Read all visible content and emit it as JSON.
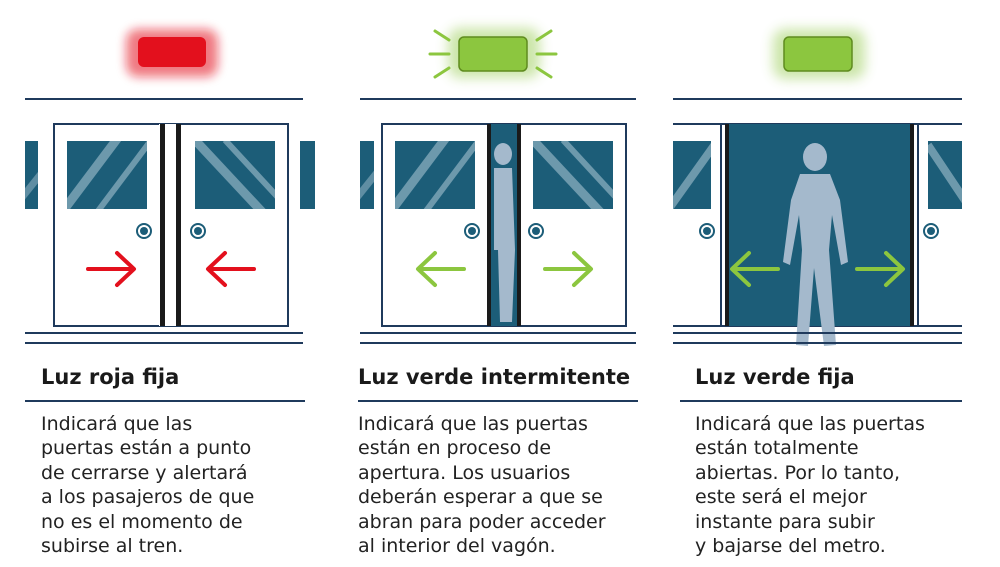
{
  "colors": {
    "red_light": "#e3101d",
    "green_light": "#8cc63f",
    "navy": "#1f3a5c",
    "glass": "#1c5d78",
    "figure": "#a4b9cc",
    "arrow_red": "#e3101d",
    "arrow_green": "#8cc63f"
  },
  "panels": [
    {
      "id": "red",
      "state": "closing",
      "light": "red",
      "arrows": "inward",
      "title": "Luz roja fija",
      "description": [
        "Indicará que las",
        "puertas están a punto",
        "de cerrarse y alertará",
        "a los pasajeros de que",
        "no es el momento de",
        "subirse al tren."
      ]
    },
    {
      "id": "blinking",
      "state": "opening",
      "light": "green-blinking",
      "arrows": "outward",
      "title": "Luz verde intermitente",
      "description": [
        "Indicará que las puertas",
        "están en proceso de",
        "apertura. Los usuarios",
        "deberán esperar a que se",
        "abran para poder acceder",
        "al interior del vagón."
      ]
    },
    {
      "id": "green",
      "state": "open",
      "light": "green",
      "arrows": "outward",
      "title": "Luz verde fija",
      "description": [
        "Indicará que las puertas",
        "están totalmente",
        "abiertas. Por lo tanto,",
        "este será el mejor",
        "instante para subir",
        "y bajarse del metro."
      ]
    }
  ]
}
